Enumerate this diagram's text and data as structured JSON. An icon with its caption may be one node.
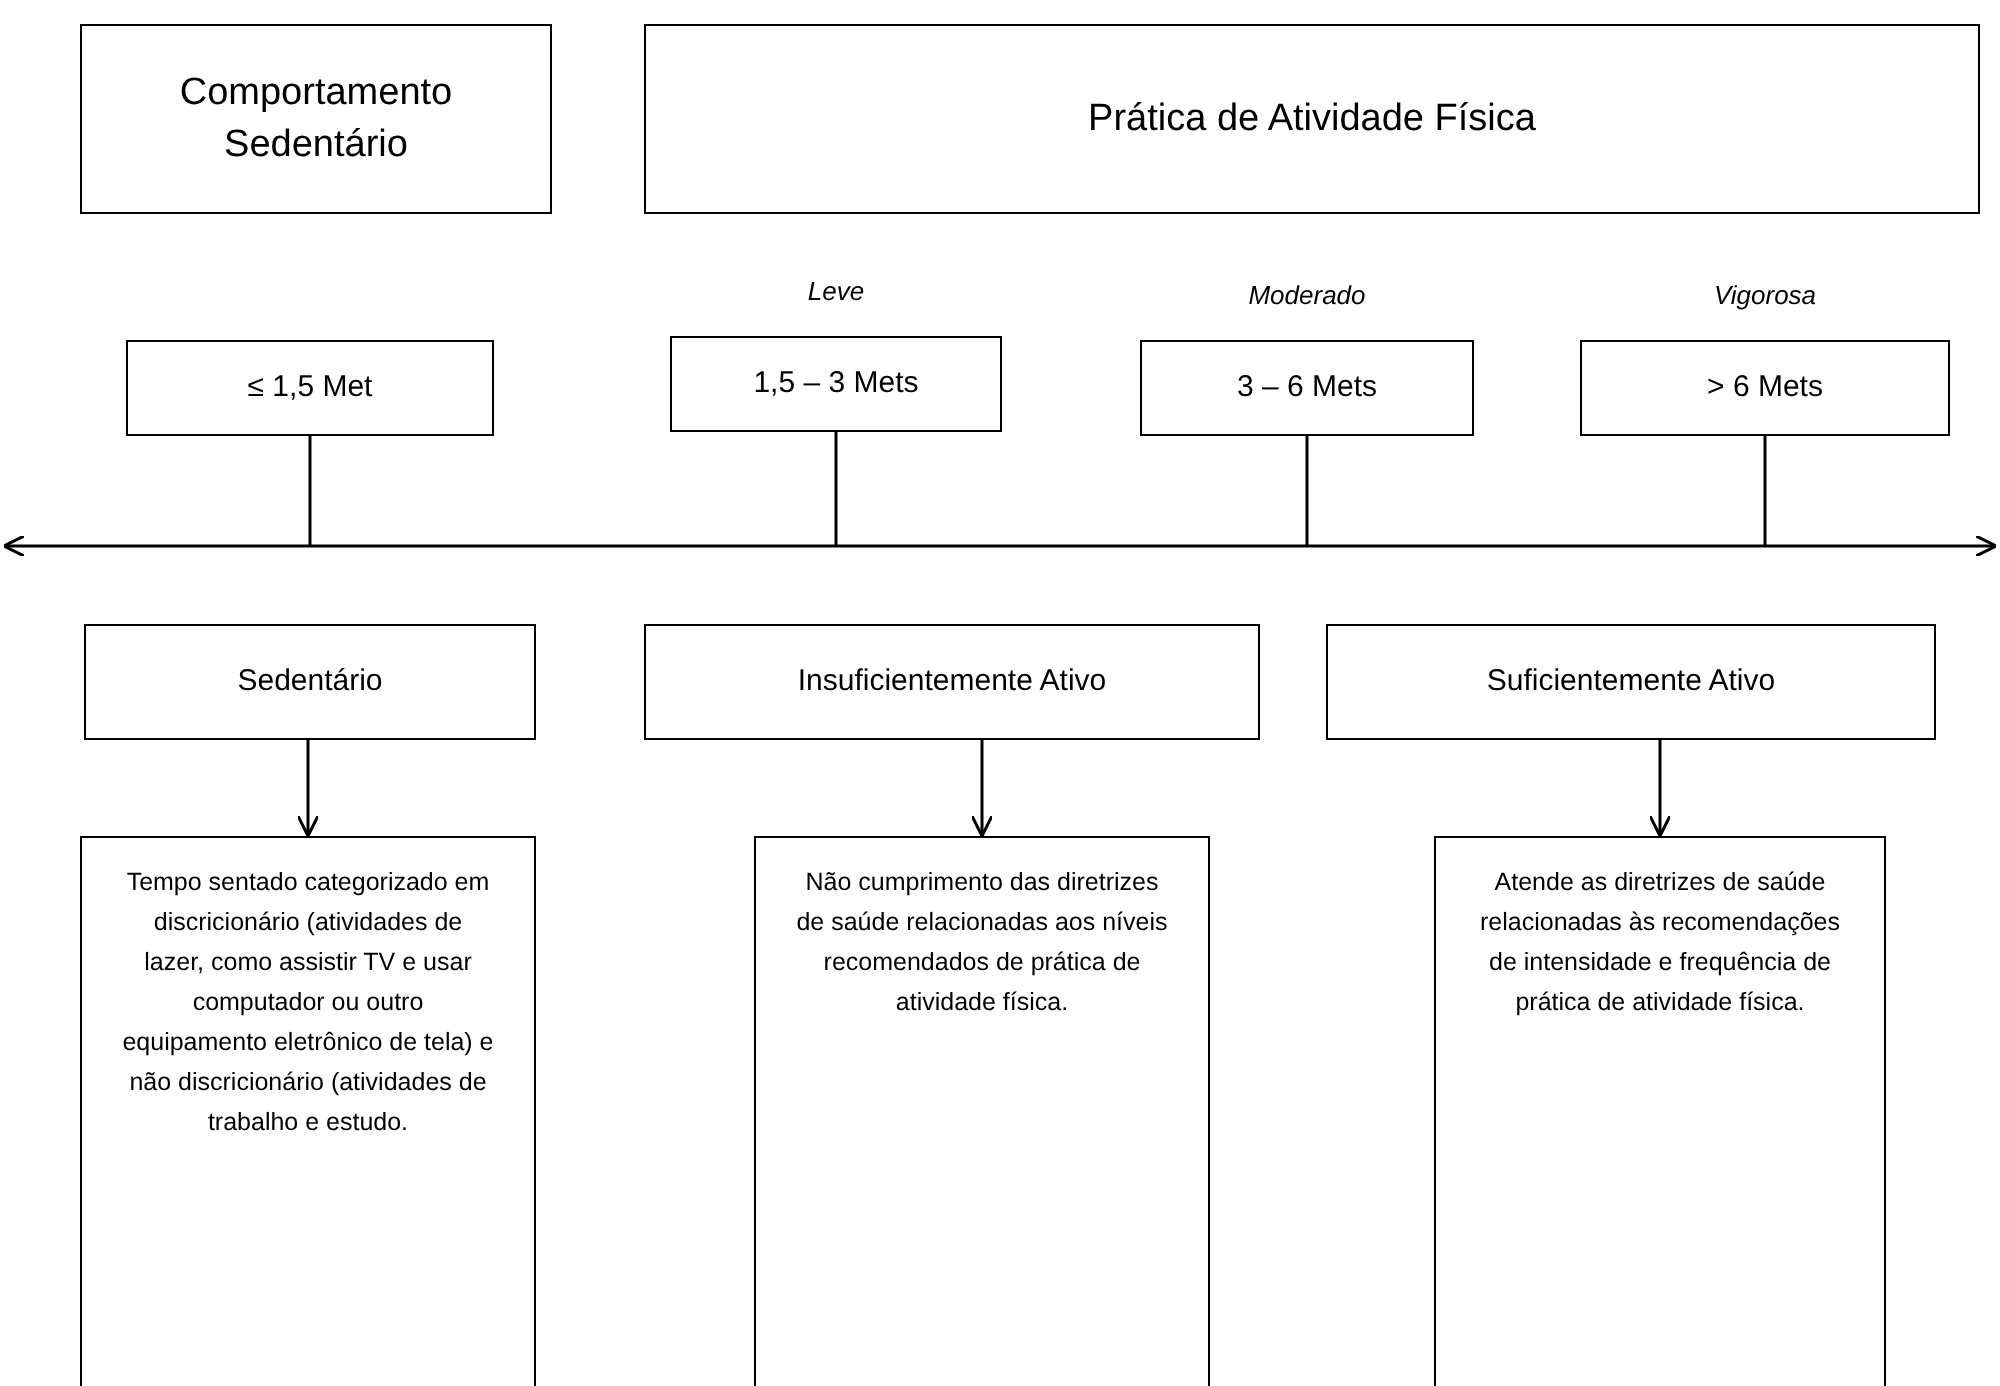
{
  "diagram": {
    "nodes": [
      {
        "text": [
          "Comportamento Sedentário"
        ]
      },
      {
        "text": [
          "Prática de Atividade Física"
        ]
      },
      {
        "text": [
          "≤ 1,5 Met"
        ]
      },
      {
        "text": [
          "1,5 – 3 Mets"
        ],
        "beside": [
          "Leve"
        ]
      },
      {
        "text": [
          "3 – 6 Mets"
        ],
        "beside": [
          "Moderado"
        ]
      },
      {
        "text": [
          "> 6 Mets"
        ],
        "beside": [
          "Vigorosa"
        ]
      },
      {
        "text": [
          "Sedentário"
        ]
      },
      {
        "text": [
          "Insuficientemente Ativo"
        ]
      },
      {
        "text": [
          "Suficientemente Ativo"
        ]
      },
      {
        "text": [
          "Tempo sentado categorizado em discricionário (atividades de lazer, como assistir TV e usar computador ou outro equipamento eletrônico de tela) e não discricionário (atividades de trabalho e estudo."
        ]
      },
      {
        "text": [
          "Não cumprimento das diretrizes de saúde relacionadas aos níveis recomendados de prática de atividade física."
        ]
      },
      {
        "text": [
          "Atende as diretrizes de saúde relacionadas às recomendações de intensidade e frequência de prática de atividade física."
        ]
      }
    ],
    "edges": [
      {
        "from": 2,
        "to": null,
        "arrow": "none"
      },
      {
        "from": 3,
        "to": null,
        "arrow": "none"
      },
      {
        "from": 4,
        "to": null,
        "arrow": "none"
      },
      {
        "from": 5,
        "to": null,
        "arrow": "none"
      },
      {
        "from": 6,
        "to": 9,
        "arrow": "to"
      },
      {
        "from": 7,
        "to": 10,
        "arrow": "to"
      },
      {
        "from": 8,
        "to": 11,
        "arrow": "to"
      }
    ]
  }
}
